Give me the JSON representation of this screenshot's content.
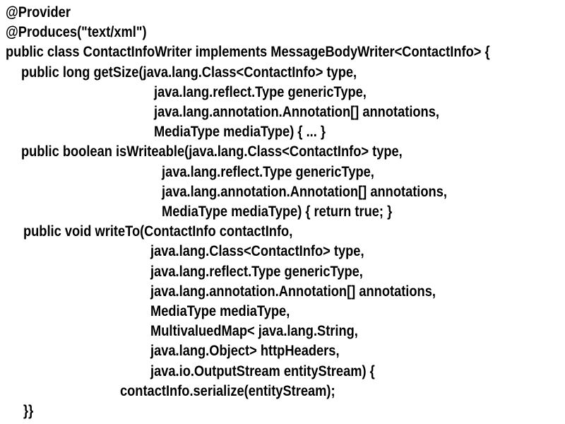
{
  "slide": {
    "background_color": "#ffffff",
    "text_color": "#000000",
    "content_type": "java-source-code",
    "code_lines": [
      {
        "text": "@Provider",
        "indent": 8
      },
      {
        "text": "@Produces(\"text/xml\")",
        "indent": 8
      },
      {
        "text": "public class ContactInfoWriter implements MessageBodyWriter<ContactInfo> {",
        "indent": 8
      },
      {
        "text": "public long getSize(java.lang.Class<ContactInfo> type,",
        "indent": 30
      },
      {
        "text": "java.lang.reflect.Type genericType,",
        "indent": 218
      },
      {
        "text": "java.lang.annotation.Annotation[] annotations,",
        "indent": 218
      },
      {
        "text": "MediaType mediaType) { ... }",
        "indent": 218
      },
      {
        "text": "public boolean isWriteable(java.lang.Class<ContactInfo> type,",
        "indent": 30
      },
      {
        "text": "java.lang.reflect.Type genericType,",
        "indent": 229
      },
      {
        "text": "java.lang.annotation.Annotation[] annotations,",
        "indent": 229
      },
      {
        "text": "MediaType mediaType) { return true; }",
        "indent": 229
      },
      {
        "text": "public void writeTo(ContactInfo contactInfo,",
        "indent": 33
      },
      {
        "text": "java.lang.Class<ContactInfo> type,",
        "indent": 213
      },
      {
        "text": "java.lang.reflect.Type genericType,",
        "indent": 213
      },
      {
        "text": "java.lang.annotation.Annotation[] annotations,",
        "indent": 213
      },
      {
        "text": "MediaType mediaType,",
        "indent": 213
      },
      {
        "text": "MultivaluedMap< java.lang.String,",
        "indent": 213
      },
      {
        "text": "java.lang.Object> httpHeaders,",
        "indent": 213
      },
      {
        "text": "java.io.OutputStream entityStream) {",
        "indent": 213
      },
      {
        "text": "contactInfo.serialize(entityStream);",
        "indent": 170
      },
      {
        "text": "}}",
        "indent": 33
      }
    ]
  }
}
